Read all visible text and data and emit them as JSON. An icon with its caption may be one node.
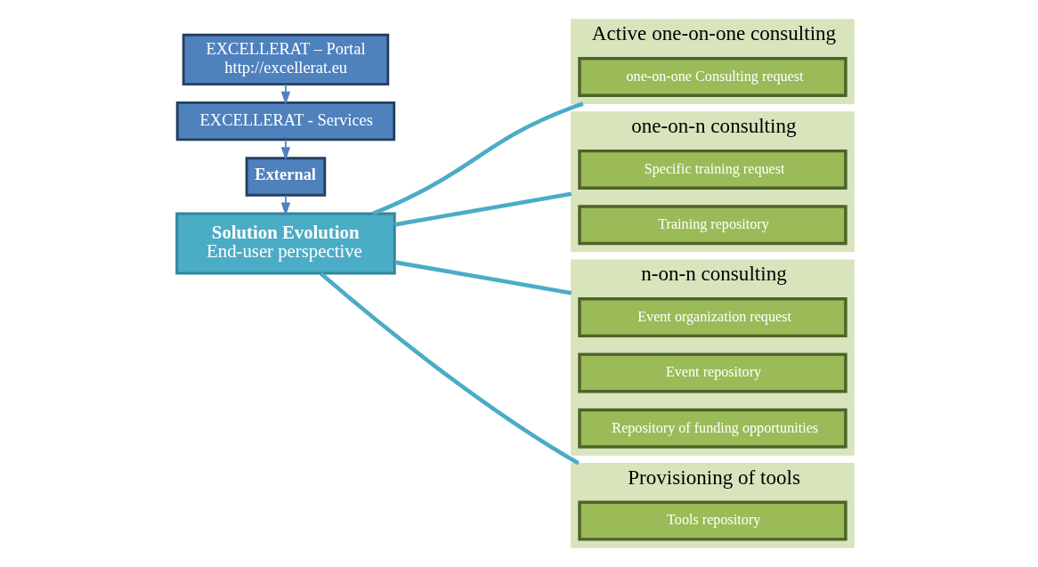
{
  "diagram": {
    "nodes": [
      {
        "text": [
          "EXCELLERAT – Portal",
          "http://excellerat.eu"
        ]
      },
      {
        "text": [
          "EXCELLERAT - Services"
        ]
      },
      {
        "text": [
          "External"
        ]
      },
      {
        "text": [
          "Solution Evolution",
          "End-user perspective"
        ]
      },
      {
        "text": [
          "Active one-on-one consulting"
        ]
      },
      {
        "text": [
          "one-on-one Consulting request"
        ],
        "in": 4
      },
      {
        "text": [
          "one-on-n consulting"
        ]
      },
      {
        "text": [
          "Specific training request"
        ],
        "in": 6
      },
      {
        "text": [
          "Training repository"
        ],
        "in": 6
      },
      {
        "text": [
          "n-on-n consulting"
        ]
      },
      {
        "text": [
          "Event organization request"
        ],
        "in": 9
      },
      {
        "text": [
          "Event repository"
        ],
        "in": 9
      },
      {
        "text": [
          "Repository of funding opportunities"
        ],
        "in": 9
      },
      {
        "text": [
          "Provisioning of tools"
        ]
      },
      {
        "text": [
          "Tools repository"
        ],
        "in": 13
      }
    ],
    "edges": [
      {
        "from": 0,
        "to": 1,
        "arrow": "to",
        "color": "#4f81bd"
      },
      {
        "from": 1,
        "to": 2,
        "arrow": "to",
        "color": "#4f81bd"
      },
      {
        "from": 2,
        "to": 3,
        "arrow": "to",
        "color": "#4f81bd"
      },
      {
        "from": 3,
        "to": 4,
        "arrow": "none"
      },
      {
        "from": 3,
        "to": 6,
        "arrow": "none"
      },
      {
        "from": 3,
        "to": 9,
        "arrow": "none"
      },
      {
        "from": 3,
        "to": 13,
        "arrow": "none"
      }
    ]
  }
}
